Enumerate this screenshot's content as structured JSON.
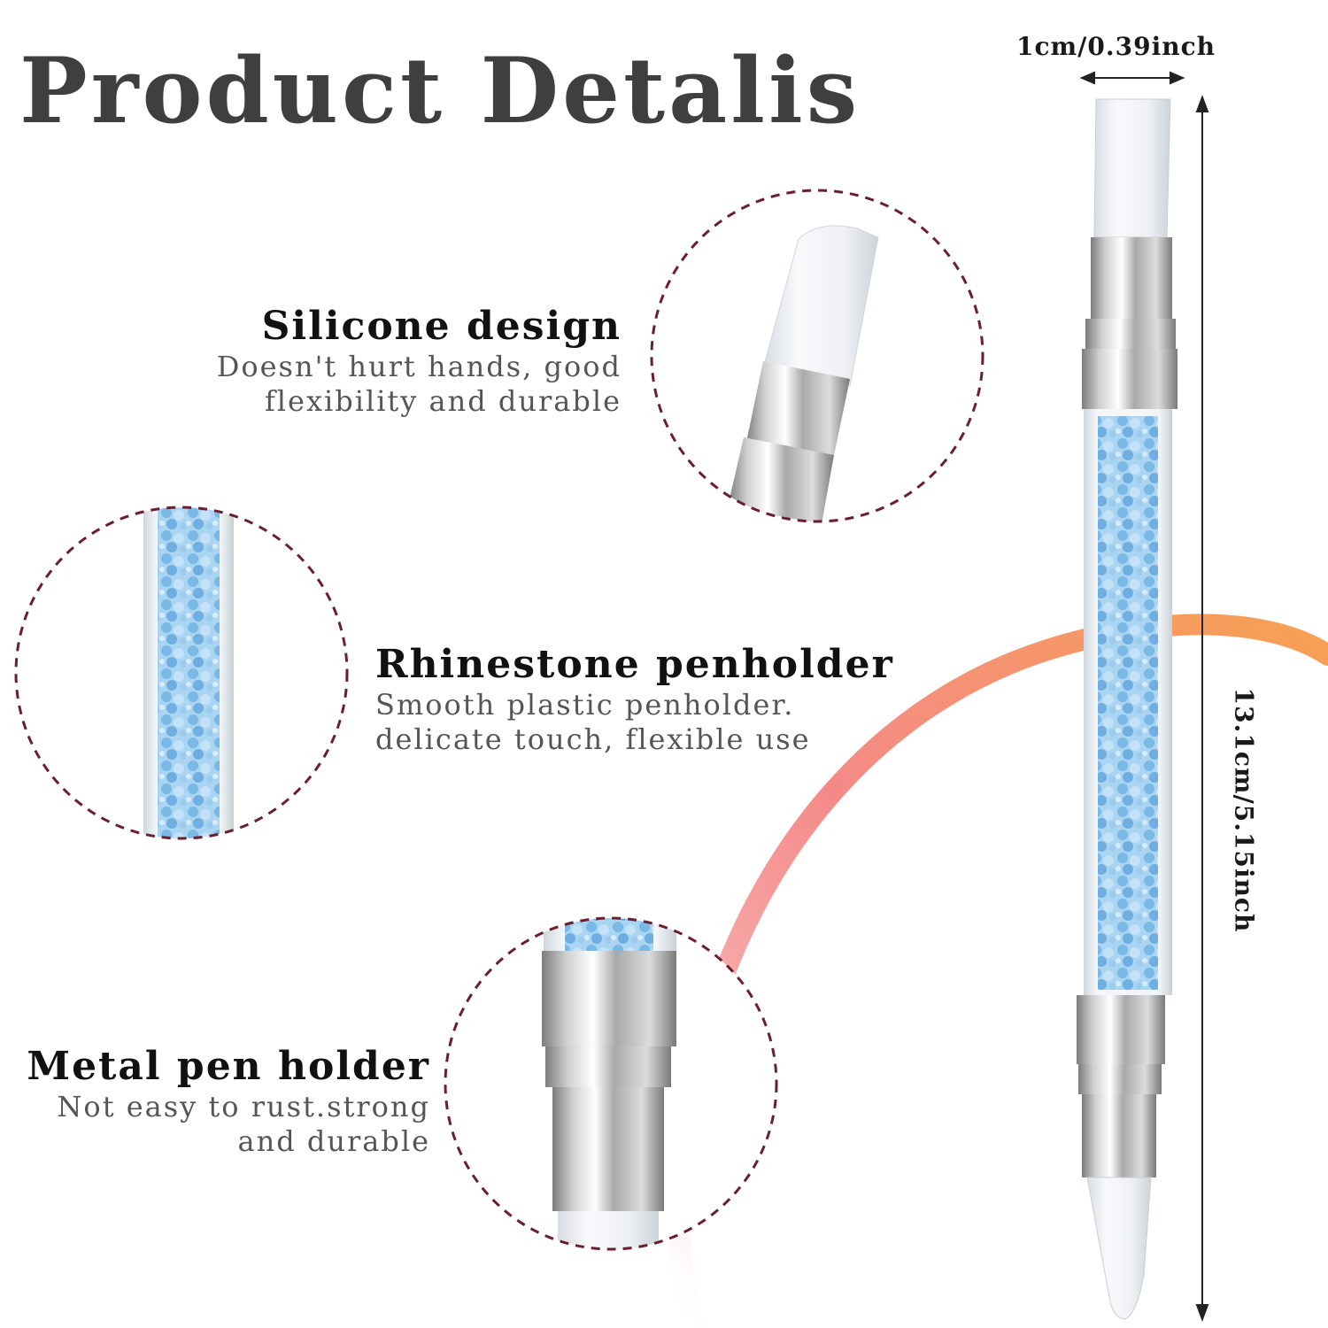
{
  "title": "Product Detalis",
  "features": [
    {
      "title": "Silicone design",
      "desc_lines": [
        "Doesn't hurt hands, good",
        "flexibility and durable"
      ]
    },
    {
      "title": "Rhinestone penholder",
      "desc_lines": [
        "Smooth plastic penholder.",
        "delicate touch, flexible use"
      ]
    },
    {
      "title": "Metal pen holder",
      "desc_lines": [
        "Not easy to rust.strong",
        "and durable"
      ]
    }
  ],
  "dimensions": {
    "width": "1cm/0.39inch",
    "length": "13.1cm/5.15inch"
  },
  "colors": {
    "title": "#3f3f3f",
    "dashed_circle": "#6b1f2e",
    "rhinestone_blue": "#8ec4ec",
    "arc_orange": "#f7a052",
    "arc_pink": "#f48a88"
  },
  "icons": [
    "product-pen-image",
    "silicone-tip-closeup",
    "rhinestone-closeup",
    "metal-holder-closeup"
  ]
}
